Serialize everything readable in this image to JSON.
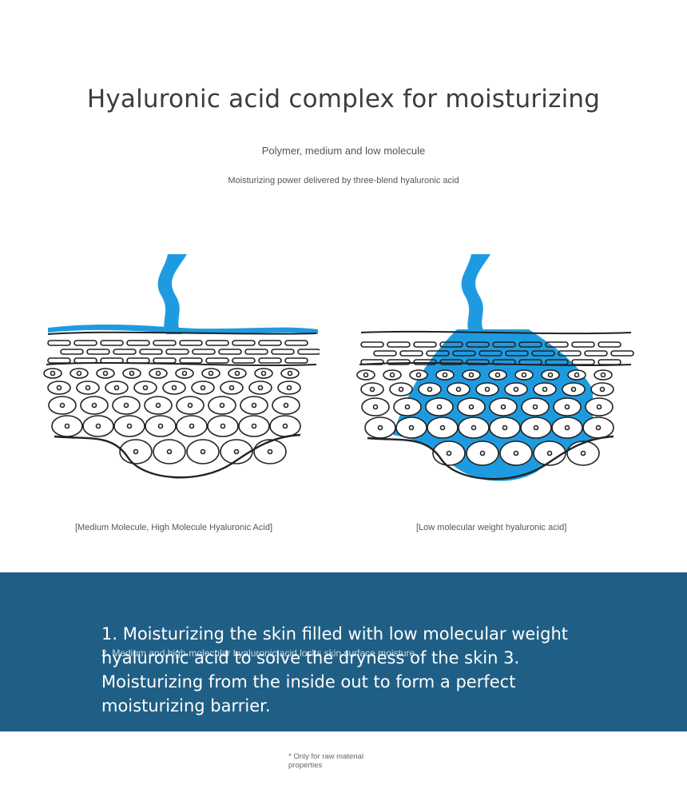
{
  "header": {
    "title": "Hyaluronic acid complex for moisturizing",
    "subtitle": "Polymer, medium and low molecule",
    "tagline": "Moisturizing power delivered by three-blend hyaluronic acid"
  },
  "diagrams": {
    "left_caption": "[Medium Molecule, High Molecule Hyaluronic Acid]",
    "right_caption": "[Low molecular weight hyaluronic acid]",
    "accent_color": "#1e9be0",
    "line_color": "#222222"
  },
  "band": {
    "color": "#1f5f86",
    "text": "1. Moisturizing the skin filled with low molecular weight hyaluronic acid to solve the dryness of the skin 3. Moisturizing from the inside out to form a perfect moisturizing barrier.",
    "overlay": "2. Medium and high-molecular hyaluronic acid locks skin surface moisture"
  },
  "footer": {
    "note": "* Only for raw material properties"
  }
}
